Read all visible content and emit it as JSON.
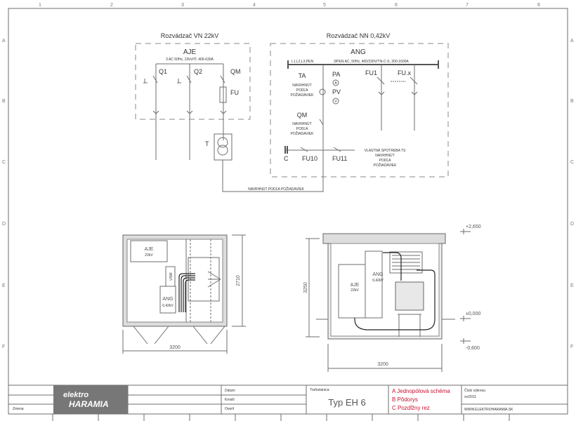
{
  "grid": {
    "cols": [
      "1",
      "2",
      "3",
      "4",
      "5",
      "6",
      "7",
      "8"
    ],
    "rows": [
      "A",
      "B",
      "C",
      "D",
      "E",
      "F"
    ]
  },
  "vn": {
    "title": "Rozvádzač VN 22kV",
    "cabinet": "AJE",
    "spec": "3 AC 50Hz, 22kV/IT, 400-630A",
    "q1": "Q1",
    "q2": "Q2",
    "qm": "QM",
    "fu": "FU",
    "t": "T"
  },
  "nn": {
    "title": "Rozvádzač NN 0,42kV",
    "cabinet": "ANG",
    "bus_label": "L1,L2,L3,PEN",
    "spec": "3/PEN AC, 50Hz, 400/230V/TN-C-S, 300-1600A",
    "ta": "TA",
    "pa": "PA",
    "pa_sym": "A",
    "pv": "PV",
    "pv_sym": "V",
    "fu1": "FU1",
    "fux": "FU.x",
    "qm": "QM",
    "c": "C",
    "fu10": "FU10",
    "fu11": "FU11",
    "own": "VLASTNÁ SPOTREBA TS",
    "note": [
      "NAVRHNÚT",
      "PODĽA",
      "POŽIADAVIEK"
    ]
  },
  "link_note": "NAVRHNÚT PODĽA POŽIADAVIEK",
  "plan": {
    "aje": "AJE",
    "aje_v": "22kV",
    "usm": "USM",
    "ang": "ANG",
    "ang_v": "0,42kV",
    "width": "3200",
    "depth": "2710"
  },
  "section": {
    "aje": "AJE",
    "aje_v": "22kV",
    "ang": "ANG",
    "ang_v": "0,42kV",
    "width": "3200",
    "height": "3250",
    "lvl_top": "+2,650",
    "lvl_zero": "±0,000",
    "lvl_bottom": "-0,600"
  },
  "titleblock": {
    "zmena": "Zmena",
    "datum": "Dátum",
    "kreslil": "Kreslil",
    "overil": "Overil",
    "logo_top": "elektro",
    "logo_bottom": "HARAMIA",
    "trafostanica": "Trafostanica:",
    "type": "Typ EH 6",
    "sheets": [
      "A Jednopólová schéma",
      "B Pôdorys",
      "C Pozdĺžny rez"
    ],
    "cislo": "Číslo výkresu",
    "cislo_val": "xx/2011",
    "web": "WWW.ELEKTROHARAMIA.SK"
  },
  "colors": {
    "accent": "#c8102e",
    "logo": "#777777"
  }
}
